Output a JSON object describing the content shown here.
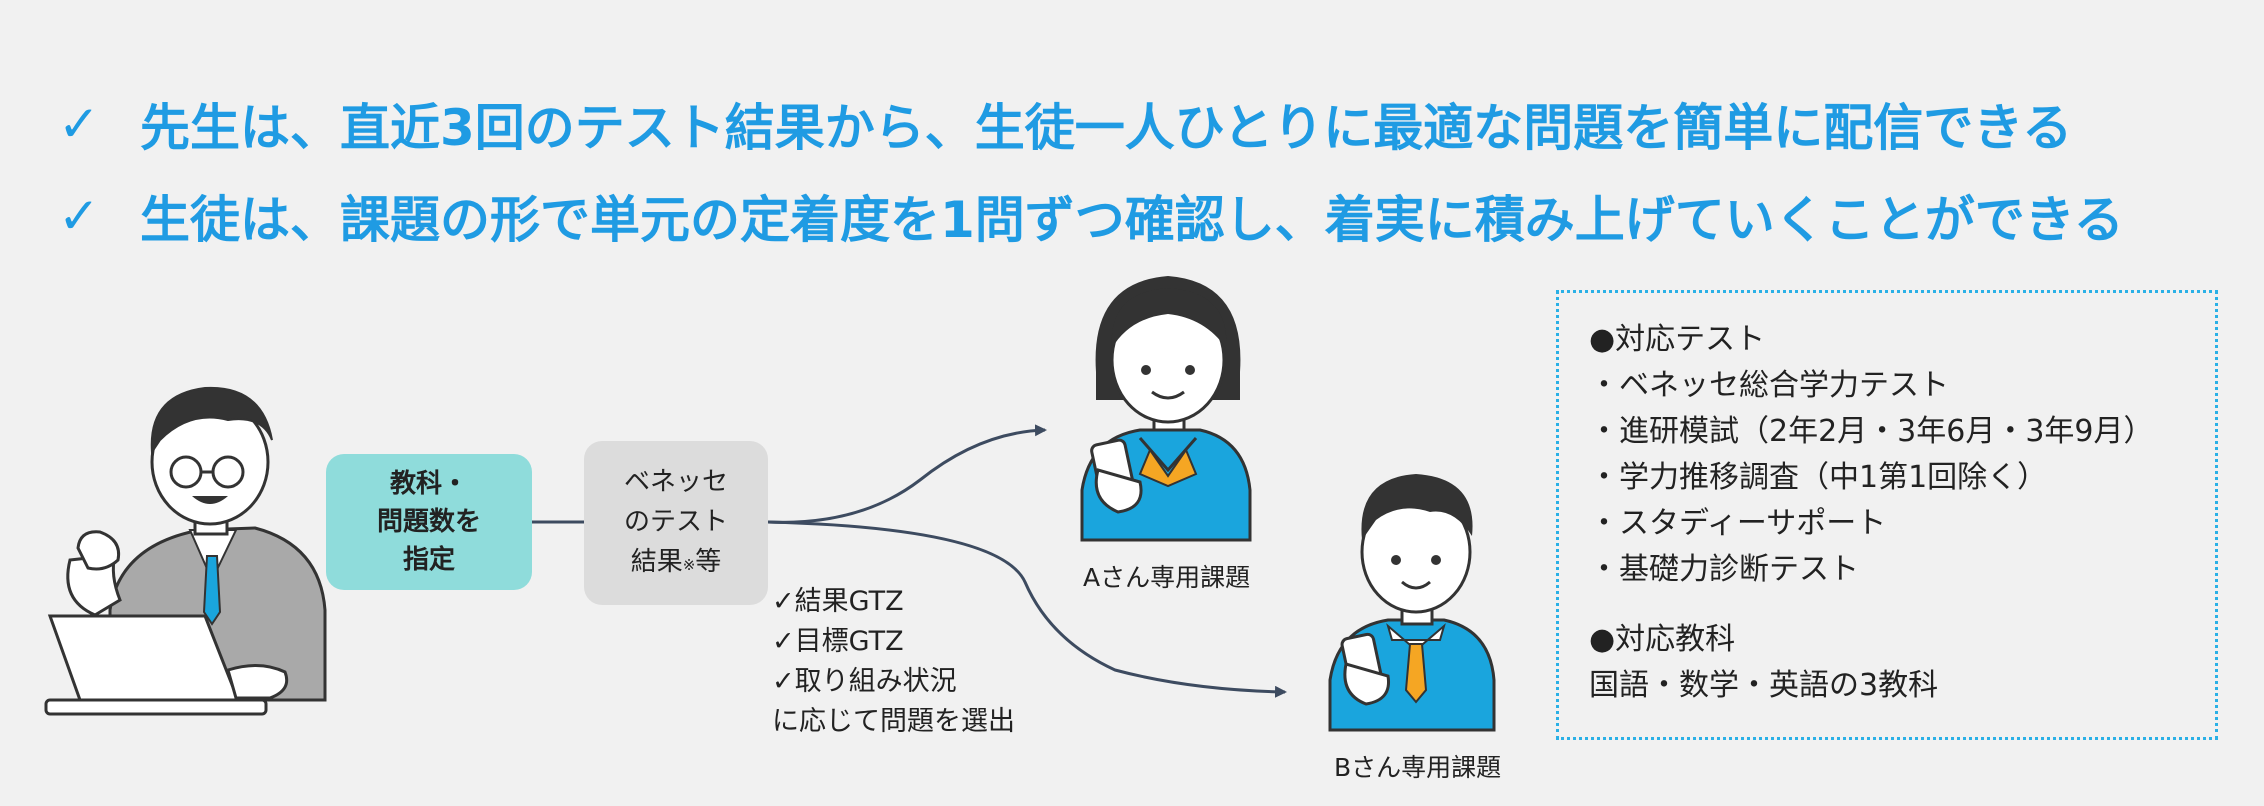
{
  "headlines": [
    "先生は、直近3回のテスト結果から、生徒一人ひとりに最適な問題を簡単に配信できる",
    "生徒は、課題の形で単元の定着度を1問ずつ確認し、着実に積み上げていくことができる"
  ],
  "check_glyph": "✓",
  "subject_box": {
    "lines": [
      "教科・",
      "問題数を",
      "指定"
    ]
  },
  "result_box": {
    "line1": "ベネッセ",
    "line2": "のテスト",
    "line3_main": "結果",
    "line3_mark": "※",
    "line3_end": "等"
  },
  "criteria": [
    "✓結果GTZ",
    "✓目標GTZ",
    "✓取り組み状況",
    "に応じて問題を選出"
  ],
  "student_a_label": "Aさん専用課題",
  "student_b_label": "Bさん専用課題",
  "info": {
    "tests_heading": "●対応テスト",
    "tests": [
      "・ベネッセ総合学力テスト",
      "・進研模試（2年2月・3年6月・3年9月）",
      "・学力推移調査（中1第1回除く）",
      "・スタディーサポート",
      "・基礎力診断テスト"
    ],
    "subjects_heading": "●対応教科",
    "subjects": "国語・数学・英語の3教科"
  },
  "colors": {
    "accent": "#1f9be3",
    "subject_box": "#8fdcdb",
    "result_box": "#dcdcdc",
    "info_border": "#2ab0e6",
    "student_shirt": "#1aa5dd",
    "arrow": "#3d4b60"
  }
}
